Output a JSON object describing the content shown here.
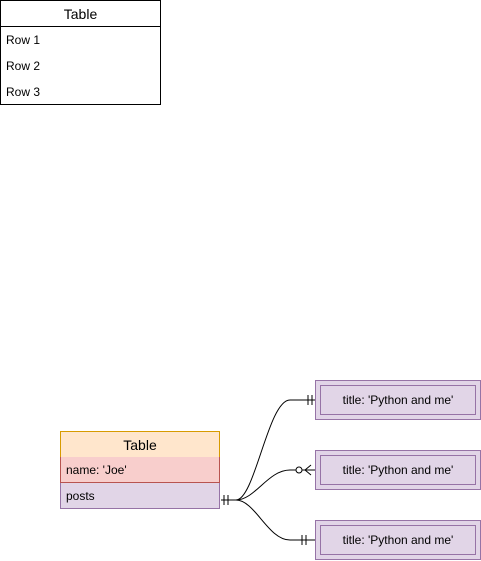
{
  "top_table": {
    "title": "Table",
    "rows": [
      "Row 1",
      "Row 2",
      "Row 3"
    ]
  },
  "er_table": {
    "title": "Table",
    "name_row": "name: 'Joe'",
    "posts_row": "posts",
    "colors": {
      "header_fill": "#ffe6cc",
      "header_stroke": "#d79b00",
      "name_fill": "#f8cecc",
      "name_stroke": "#b85450",
      "posts_fill": "#e1d5e7",
      "posts_stroke": "#9673a6"
    }
  },
  "entities": [
    {
      "label": "title: 'Python and me'",
      "relation": "one-mandatory"
    },
    {
      "label": "title: 'Python and me'",
      "relation": "zero-or-many"
    },
    {
      "label": "title: 'Python and me'",
      "relation": "one-mandatory"
    }
  ],
  "source_relation": "one-mandatory"
}
